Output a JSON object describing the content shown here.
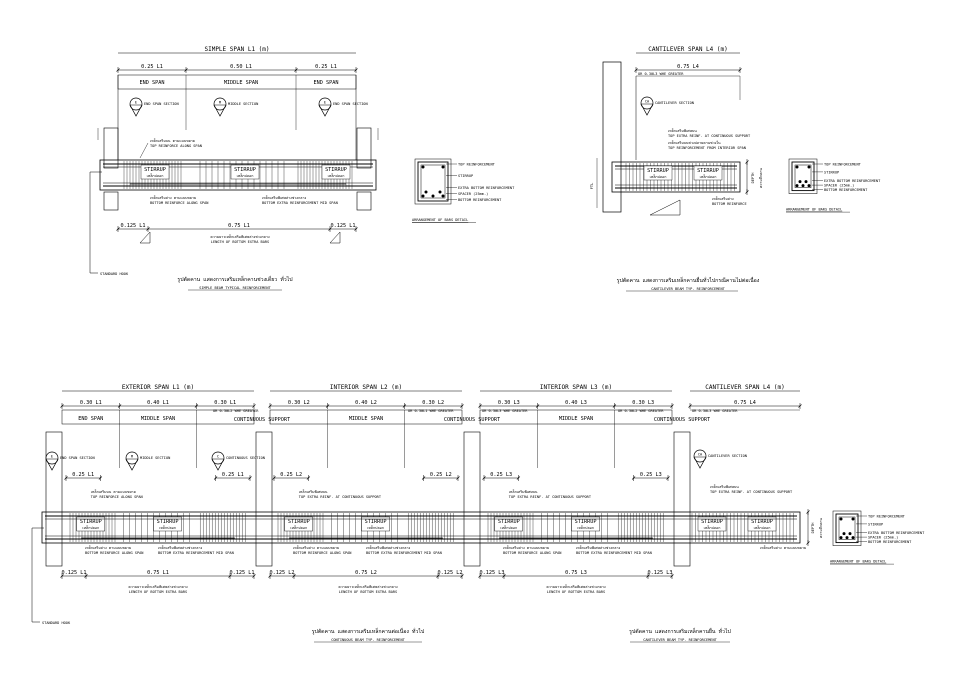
{
  "simple": {
    "title": "SIMPLE SPAN L1 (m)",
    "dims": [
      "0.25 L1",
      "0.50 L1",
      "0.25 L1"
    ],
    "spans": [
      "END SPAN",
      "MIDDLE SPAN",
      "END SPAN"
    ],
    "markers": [
      {
        "letter": "E",
        "label": "END SPAN SECTION"
      },
      {
        "letter": "M",
        "label": "MIDDLE SECTION"
      },
      {
        "letter": "E",
        "label": "END SPAN SECTION"
      }
    ],
    "note_top_th": "เหล็กเสริมบน ตามแบบขยาย",
    "note_top_en": "TOP REINFORCE ALONG SPAN",
    "stirrups": [
      "STIRRUP",
      "STIRRUP",
      "STIRRUP"
    ],
    "stirrups_th": [
      "เหล็กปลอก",
      "เหล็กปลอก",
      "เหล็กปลอก"
    ],
    "note_bl_th": "เหล็กเสริมล่าง ตามแบบขยาย",
    "note_bl_en": "BOTTOM REINFORCE ALONG SPAN",
    "note_br_th": "เหล็กเสริมพิเศษล่างช่วงกลาง",
    "note_br_en": "BOTTOM EXTRA REINFORCEMENT MID SPAN",
    "bottom_dims": [
      "0.125 L1",
      "0.75 L1",
      "0.125 L1"
    ],
    "len_th": "ความยาวเหล็กเสริมพิเศษล่างช่วงกลาง",
    "len_en": "LENGTH OF BOTTOM EXTRA BARS",
    "hook": "STANDARD HOOK",
    "caption_th": "รูปตัดคาน แสดงการเสริมเหล็กคานช่วงเดี่ยว ทั่วไป",
    "caption_en": "SIMPLE BEAM TYPICAL REINFORCEMENT"
  },
  "section": {
    "top": "TOP REINFORCEMENT",
    "stirrup": "STIRRUP",
    "extra": "EXTRA BOTTOM REINFORCEMENT",
    "spacer": "SPACER (25mm.)",
    "bottom": "BOTTOM REINFORCEMENT",
    "caption": "ARRANGEMENT OF BARS DETAIL"
  },
  "cantilever": {
    "title": "CANTILEVER SPAN L4 (m)",
    "dim": "0.75 L4",
    "or_note": "OR 0.30L3 WHE GREATER",
    "marker_letter": "CA",
    "marker_label": "CANTILEVER SECTION",
    "note1_th": "เหล็กเสริมพิเศษบน",
    "note1_en": "TOP EXTRA REINF. AT CONTINUOUS SUPPORT",
    "note2_th": "เหล็กเสริมบนช่วงปลายคานช่วงใน",
    "note2_en": "TOP REINFORCEMENT FROM INTERIOR SPAN",
    "stirrups": [
      "STIRRUP",
      "STIRRUP"
    ],
    "stirrups_th": [
      "เหล็กปลอก",
      "เหล็กปลอก"
    ],
    "depth": "DEPTH",
    "depth_th": "ความลึกคาน",
    "ftl": "FTL",
    "bottom_th": "เหล็กเสริมล่าง",
    "bottom_en": "BOTTOM REINFORCE",
    "caption_th": "รูปตัดคาน แสดงการเสริมเหล็กคานยื่นทั่วไปกรณีคานไม่ต่อเนื่อง",
    "caption_en": "CANTILEVER BEAM TYP. REINFORCEMENT"
  },
  "continuous": {
    "spans": [
      {
        "title": "EXTERIOR SPAN L1 (m)",
        "dims": [
          "0.30 L1",
          "0.40 L1",
          "0.30 L1"
        ],
        "labels": [
          "END SPAN",
          "MIDDLE SPAN"
        ],
        "bdims": [
          "0.125 L1",
          "0.75 L1",
          "0.125 L1"
        ],
        "topdim": [
          "0.25 L1",
          "0.25 L1"
        ]
      },
      {
        "title": "INTERIOR SPAN L2 (m)",
        "dims": [
          "0.30 L2",
          "0.40 L2",
          "0.30 L2"
        ],
        "labels": [
          "MIDDLE SPAN"
        ],
        "bdims": [
          "0.125 L2",
          "0.75 L2",
          "0.125 L2"
        ],
        "topdim": [
          "0.25 L2",
          "0.25 L2"
        ]
      },
      {
        "title": "INTERIOR SPAN L3 (m)",
        "dims": [
          "0.30 L3",
          "0.40 L3",
          "0.30 L3"
        ],
        "labels": [
          "MIDDLE SPAN"
        ],
        "bdims": [
          "0.125 L3",
          "0.75 L3",
          "0.125 L3"
        ],
        "topdim": [
          "0.25 L3",
          "0.25 L3"
        ]
      },
      {
        "title": "CANTILEVER SPAN L4 (m)",
        "dims": [
          "0.75 L4"
        ],
        "labels": [],
        "bdims": [],
        "topdim": []
      }
    ],
    "cont_support": "CONTINUOUS SUPPORT",
    "or_notes": [
      "OR 0.30L2 WHE GREATER",
      "OR 0.30L1 WHE GREATER",
      "OR 0.30L3 WHE GREATER",
      "OR 0.30L2 WHE GREATER",
      "OR 0.30L3 WHE GREATER"
    ],
    "markers": [
      {
        "letter": "E",
        "label": "END SPAN SECTION"
      },
      {
        "letter": "M",
        "label": "MIDDLE SECTION"
      },
      {
        "letter": "C",
        "label": "CONTINUOUS SECTION"
      },
      {
        "letter": "CA",
        "label": "CANTILEVER SECTION"
      }
    ],
    "top_th": "เหล็กเสริมบน ตามแบบขยาย",
    "top_en": "TOP REINFORCE ALONG SPAN",
    "topx_th": "เหล็กเสริมพิเศษบน",
    "topx_en": "TOP EXTRA REINF. AT CONTINUOUS SUPPORT",
    "stirrup": "STIRRUP",
    "stirrup_th": "เหล็กปลอก",
    "bot_th": "เหล็กเสริมล่าง ตามแบบขยาย",
    "bot_en": "BOTTOM REINFORCE ALONG SPAN",
    "botx_th": "เหล็กเสริมพิเศษล่างช่วงกลาง",
    "botx_en": "BOTTOM EXTRA REINFORCEMENT MID SPAN",
    "len_th": "ความยาวเหล็กเสริมพิเศษล่างช่วงกลาง",
    "len_en": "LENGTH OF BOTTOM EXTRA BARS",
    "hook": "STANDARD HOOK",
    "caption_th": "รูปตัดคาน แสดงการเสริมเหล็กคานต่อเนื่อง ทั่วไป",
    "caption_en": "CONTINUOUS BEAM TYP. REINFORCEMENT",
    "cant_caption_th": "รูปตัดคาน แสดงการเสริมเหล็กคานยื่น ทั่วไป",
    "cant_caption_en": "CANTILEVER BEAM TYP. REINFORCEMENT"
  }
}
